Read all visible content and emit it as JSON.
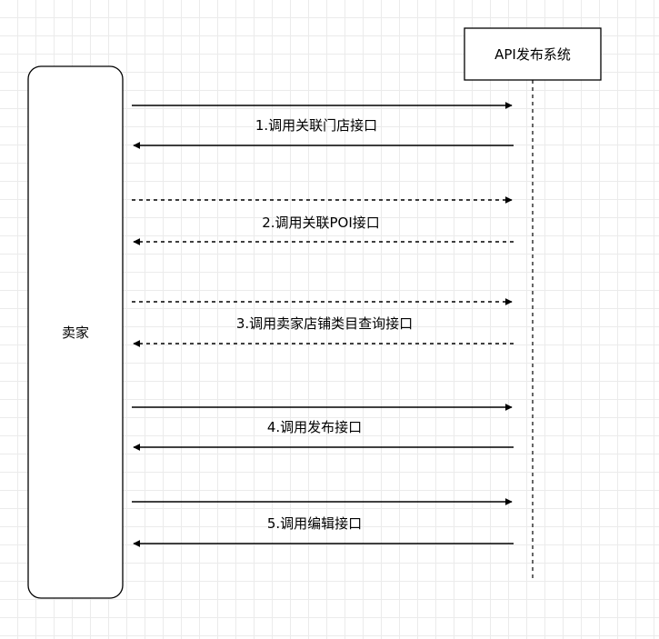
{
  "participants": {
    "seller": "卖家",
    "system": "API发布系统"
  },
  "messages": [
    {
      "label": "1.调用关联门店接口",
      "style": "solid"
    },
    {
      "label": "2.调用关联POI接口",
      "style": "dashed"
    },
    {
      "label": "3.调用卖家店铺类目查询接口",
      "style": "dashed"
    },
    {
      "label": "4.调用发布接口",
      "style": "solid"
    },
    {
      "label": "5.调用编辑接口",
      "style": "solid"
    }
  ],
  "colors": {
    "line": "#000000",
    "grid": "#ebebeb"
  }
}
